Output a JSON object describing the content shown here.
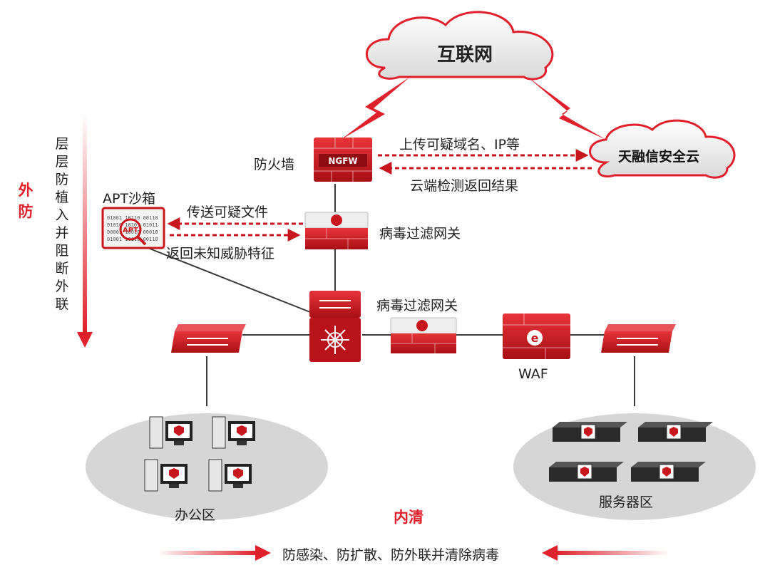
{
  "clouds": {
    "internet": "互联网",
    "security_cloud": "天融信安全云"
  },
  "devices": {
    "firewall_label": "防火墙",
    "firewall_brand": "NGFW",
    "apt_label": "APT沙箱",
    "apt_badge": "APT",
    "virus_gw_top": "病毒过滤网关",
    "virus_gw_mid": "病毒过滤网关",
    "waf": "WAF"
  },
  "flows": {
    "upload_suspicious": "上传可疑域名、IP等",
    "cloud_result": "云端检测返回结果",
    "send_files": "传送可疑文件",
    "return_features": "返回未知威胁特征"
  },
  "zones": {
    "office": "办公区",
    "server": "服务器区"
  },
  "sides": {
    "outer_title": "外防",
    "outer_desc": "层层防植入并阻断外联",
    "inner_title": "内清",
    "inner_desc": "防感染、防扩散、防外联并清除病毒"
  },
  "colors": {
    "accent": "#e0202a",
    "device_red": "#c8161d",
    "zone_gray": "#d8d8d8"
  }
}
